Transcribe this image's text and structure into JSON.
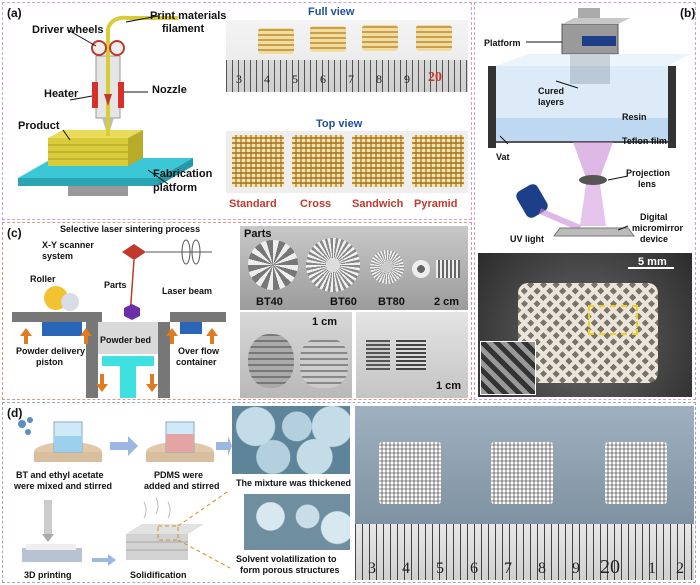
{
  "panel_a": {
    "id": "(a)",
    "driver_wheels": "Driver wheels",
    "print_materials": "Print materials",
    "filament": "filament",
    "heater": "Heater",
    "nozzle": "Nozzle",
    "product": "Product",
    "fabrication": "Fabrication",
    "platform": "platform",
    "full_view": "Full view",
    "top_view": "Top view",
    "ruler_numbers": [
      "3",
      "4",
      "5",
      "6",
      "7",
      "8",
      "9",
      "20"
    ],
    "samples": [
      "Standard",
      "Cross",
      "Sandwich",
      "Pyramid"
    ]
  },
  "panel_b": {
    "id": "(b)",
    "platform": "Platform",
    "cured": "Cured",
    "layers": "layers",
    "resin": "Resin",
    "teflon": "Teflon film",
    "vat": "Vat",
    "projection": "Projection",
    "lens": "lens",
    "digital": "Digital",
    "micromirror": "micromirror",
    "device": "device",
    "uv": "UV light",
    "scale": "5 mm"
  },
  "panel_c": {
    "id": "(c)",
    "title": "Selective laser sintering process",
    "scanner1": "X-Y scanner",
    "scanner2": "system",
    "roller": "Roller",
    "parts": "Parts",
    "laser": "Laser beam",
    "powder_bed": "Powder bed",
    "powder_delivery1": "Powder delivery",
    "powder_delivery2": "piston",
    "overflow1": "Over flow",
    "overflow2": "container",
    "photo_parts": "Parts",
    "bt40": "BT40",
    "bt60": "BT60",
    "bt80": "BT80",
    "scale2cm": "2 cm",
    "scale1cm_a": "1 cm",
    "scale1cm_b": "1 cm"
  },
  "panel_d": {
    "id": "(d)",
    "step1a": "BT and ethyl acetate",
    "step1b": "were mixed and stirred",
    "step2a": "PDMS were",
    "step2b": "added and stirred",
    "step3": "The mixture was thickened",
    "step4": "3D printing",
    "step5": "Solidification",
    "step6a": "Solvent volatilization to",
    "step6b": "form porous structures",
    "ruler_numbers": [
      "3",
      "4",
      "5",
      "6",
      "7",
      "8",
      "9",
      "20",
      "1",
      "2"
    ]
  },
  "colors": {
    "dash_border": "#c9a3d6",
    "view_title": "#1f4fa0",
    "platform_cyan": "#3cc7d6",
    "filament_yellow": "#d8cc3a",
    "sample_red": "#c0392b"
  }
}
